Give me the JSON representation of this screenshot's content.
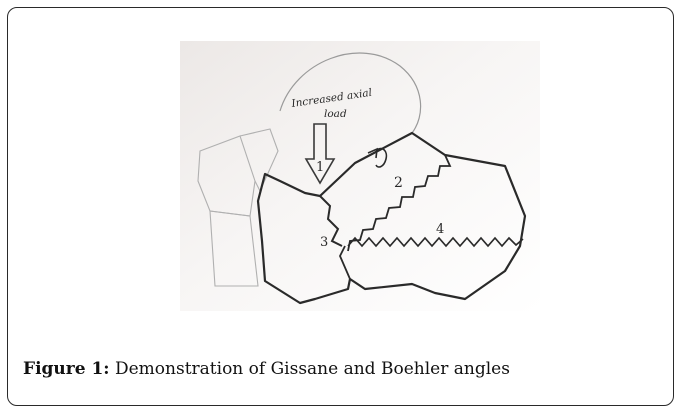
{
  "diagram": {
    "annotation_load": [
      "Increased axial",
      "load"
    ],
    "markers": [
      "1",
      "2",
      "3",
      "4"
    ]
  },
  "caption": {
    "label": "Figure 1:",
    "text": "Demonstration of Gissane and Boehler angles"
  }
}
